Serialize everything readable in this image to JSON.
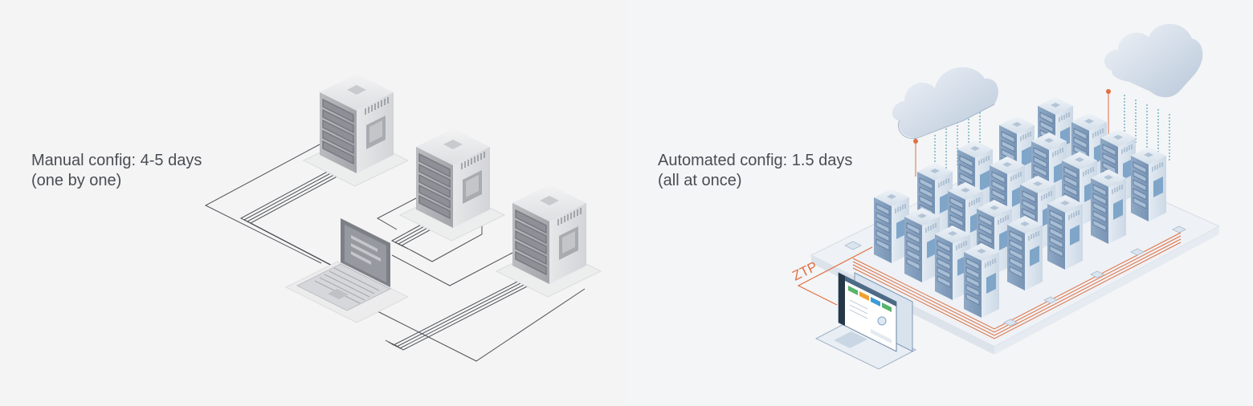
{
  "left_panel": {
    "caption_line1": "Manual config: 4-5 days",
    "caption_line2": "(one by one)"
  },
  "right_panel": {
    "caption_line1": "Automated config: 1.5 days",
    "caption_line2": "(all at once)",
    "ztp_label": "ZTP"
  },
  "colors": {
    "cable_orange": "#e07040",
    "server_blue": "#9fb8d4",
    "server_gray": "#8a8d93"
  },
  "icons": [
    "server-icon",
    "laptop-icon",
    "cloud-icon",
    "dashboard-monitor-icon"
  ]
}
